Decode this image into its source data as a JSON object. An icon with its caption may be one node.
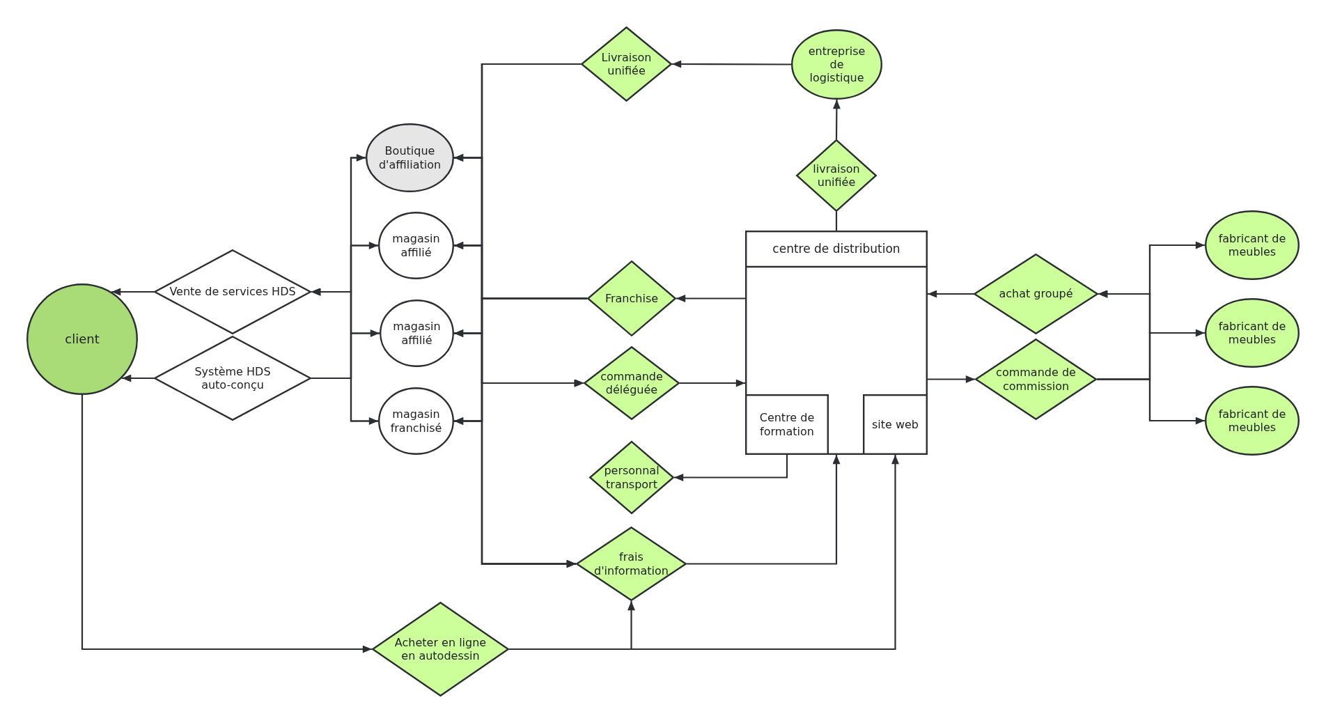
{
  "diagram": {
    "nodes": [
      {
        "text": [
          "client"
        ]
      },
      {
        "text": [
          "Vente de services HDS"
        ]
      },
      {
        "text": [
          "Système HDS auto-conçu"
        ]
      },
      {
        "text": [
          "Boutique d'affiliation"
        ]
      },
      {
        "text": [
          "magasin affilié"
        ]
      },
      {
        "text": [
          "magasin affilié"
        ]
      },
      {
        "text": [
          "magasin franchisé"
        ]
      },
      {
        "text": [
          "Livraison unifiée"
        ]
      },
      {
        "text": [
          "entreprise de logistique"
        ]
      },
      {
        "text": [
          "livraison unifiée"
        ]
      },
      {
        "text": [
          "centre de distribution"
        ]
      },
      {
        "text": [
          "Centre de formation"
        ],
        "in": 10
      },
      {
        "text": [
          "site web"
        ],
        "in": 10
      },
      {
        "text": [
          "Franchise"
        ]
      },
      {
        "text": [
          "commande déléguée"
        ]
      },
      {
        "text": [
          "personnal transport"
        ]
      },
      {
        "text": [
          "frais d'information"
        ]
      },
      {
        "text": [
          "Acheter en ligne en autodessin"
        ]
      },
      {
        "text": [
          "achat groupé"
        ]
      },
      {
        "text": [
          "commande de commission"
        ]
      },
      {
        "text": [
          "fabricant de meubles"
        ]
      },
      {
        "text": [
          "fabricant de meubles"
        ]
      },
      {
        "text": [
          "fabricant de meubles"
        ]
      }
    ],
    "edges": [
      {
        "from": 1,
        "to": 0,
        "arrow": "to"
      },
      {
        "from": 2,
        "to": 0,
        "arrow": "to"
      },
      {
        "from": 3,
        "to": 1,
        "arrow": "to"
      },
      {
        "from": 4,
        "to": 1,
        "arrow": "to"
      },
      {
        "from": 5,
        "to": 1,
        "arrow": "to"
      },
      {
        "from": 6,
        "to": 1,
        "arrow": "to"
      },
      {
        "from": 2,
        "to": 3,
        "arrow": "to"
      },
      {
        "from": 2,
        "to": 4,
        "arrow": "to"
      },
      {
        "from": 2,
        "to": 5,
        "arrow": "to"
      },
      {
        "from": 2,
        "to": 6,
        "arrow": "to"
      },
      {
        "from": 7,
        "to": 3,
        "arrow": "to"
      },
      {
        "from": 7,
        "to": 4,
        "arrow": "to"
      },
      {
        "from": 7,
        "to": 5,
        "arrow": "to"
      },
      {
        "from": 7,
        "to": 6,
        "arrow": "to"
      },
      {
        "from": 13,
        "to": 3,
        "arrow": "to"
      },
      {
        "from": 13,
        "to": 4,
        "arrow": "to"
      },
      {
        "from": 13,
        "to": 5,
        "arrow": "to"
      },
      {
        "from": 13,
        "to": 6,
        "arrow": "to"
      },
      {
        "from": 3,
        "to": 14,
        "arrow": "to"
      },
      {
        "from": 4,
        "to": 14,
        "arrow": "to"
      },
      {
        "from": 5,
        "to": 14,
        "arrow": "to"
      },
      {
        "from": 6,
        "to": 14,
        "arrow": "to"
      },
      {
        "from": 3,
        "to": 16,
        "arrow": "to"
      },
      {
        "from": 4,
        "to": 16,
        "arrow": "to"
      },
      {
        "from": 5,
        "to": 16,
        "arrow": "to"
      },
      {
        "from": 6,
        "to": 16,
        "arrow": "to"
      },
      {
        "from": 8,
        "to": 7,
        "arrow": "to"
      },
      {
        "from": 10,
        "to": 9,
        "arrow": "none"
      },
      {
        "from": 9,
        "to": 8,
        "arrow": "to"
      },
      {
        "from": 10,
        "to": 13,
        "arrow": "to"
      },
      {
        "from": 14,
        "to": 10,
        "arrow": "to"
      },
      {
        "from": 18,
        "to": 10,
        "arrow": "to"
      },
      {
        "from": 10,
        "to": 19,
        "arrow": "to"
      },
      {
        "from": 20,
        "to": 18,
        "arrow": "to"
      },
      {
        "from": 21,
        "to": 18,
        "arrow": "to"
      },
      {
        "from": 22,
        "to": 18,
        "arrow": "to"
      },
      {
        "from": 19,
        "to": 20,
        "arrow": "to"
      },
      {
        "from": 19,
        "to": 21,
        "arrow": "to"
      },
      {
        "from": 19,
        "to": 22,
        "arrow": "to"
      },
      {
        "from": 11,
        "to": 15,
        "arrow": "to"
      },
      {
        "from": 16,
        "to": 10,
        "arrow": "to"
      },
      {
        "from": 0,
        "to": 17,
        "arrow": "to"
      },
      {
        "from": 17,
        "to": 16,
        "arrow": "to"
      },
      {
        "from": 17,
        "to": 12,
        "arrow": "to"
      }
    ]
  }
}
